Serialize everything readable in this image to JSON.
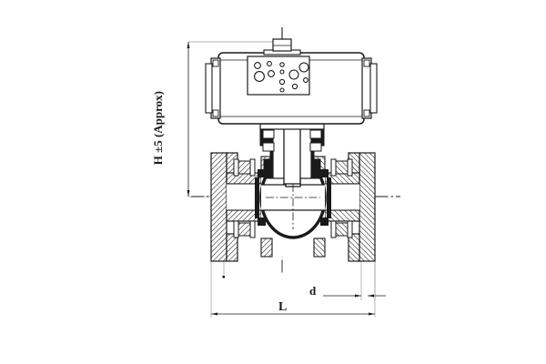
{
  "drawing": {
    "type": "engineering-cross-section",
    "subject": "pneumatic-actuated-flanged-ball-valve",
    "background_color": "#ffffff",
    "line_color": "#1a1a1a",
    "hatch_color": "#1a1a1a",
    "fill_color": "#ffffff"
  },
  "dimensions": {
    "height_label": "H ±5 (Approx)",
    "length_label": "L",
    "diameter_label": "d"
  },
  "components": {
    "actuator_label": "pneumatic-rotary-actuator",
    "stem_label": "drive-stem",
    "bonnet_label": "bonnet-yoke",
    "body_label": "valve-body",
    "ball_label": "ball",
    "flange_left_label": "left-flange",
    "flange_right_label": "right-flange"
  },
  "chart_data": {
    "type": "table",
    "title": "Actuated Ball Valve Dimensions",
    "categories": [
      "H ±5 (Approx)",
      "L",
      "d"
    ],
    "values": [
      null,
      null,
      null
    ]
  }
}
